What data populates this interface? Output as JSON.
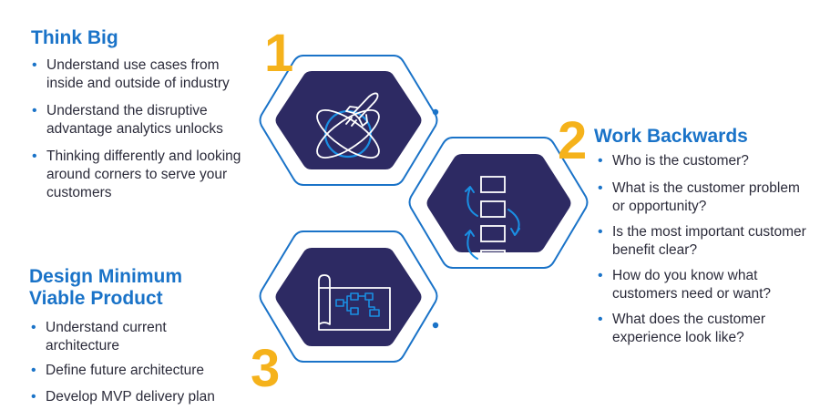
{
  "sections": [
    {
      "number": "1",
      "title": "Think Big",
      "bullets": [
        "Understand use cases from inside and outside of industry",
        "Understand the disruptive advantage analytics unlocks",
        "Thinking differently and looking around corners to serve your customers"
      ],
      "icon": "rocket-orbit-icon"
    },
    {
      "number": "2",
      "title": "Work Backwards",
      "bullets": [
        "Who is the customer?",
        "What is the customer problem or opportunity?",
        "Is the most important customer benefit clear?",
        "How do you know what customers need or want?",
        "What does the customer experience look like?"
      ],
      "icon": "process-flow-icon"
    },
    {
      "number": "3",
      "title": "Design Minimum Viable Product",
      "bullets": [
        "Understand current architecture",
        "Define future architecture",
        "Develop MVP delivery plan"
      ],
      "icon": "blueprint-icon"
    }
  ],
  "colors": {
    "heading": "#1a73c8",
    "number": "#f5b21b",
    "hexagon": "#2d2a63",
    "outline": "#1a73c8",
    "text": "#2b2b3a"
  }
}
